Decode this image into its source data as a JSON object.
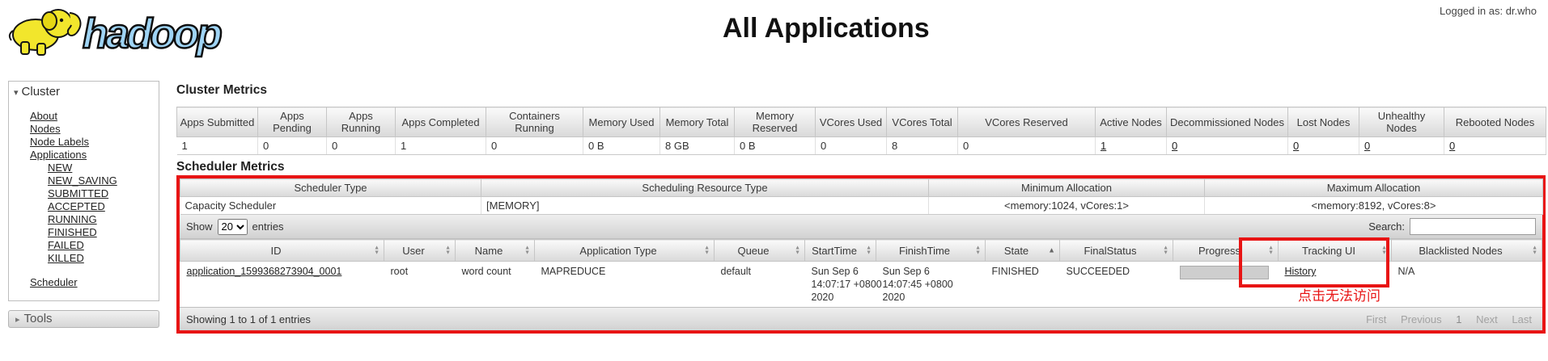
{
  "page": {
    "title": "All Applications",
    "logged_in_as": "Logged in as: dr.who",
    "logo_word": "hadoop"
  },
  "icons": {
    "cluster_collapse": "▾",
    "tools_expand": "▸",
    "sort_asc": "▲",
    "sort_desc": "▼"
  },
  "sidebar": {
    "cluster_header": "Cluster",
    "links": [
      "About",
      "Nodes",
      "Node Labels",
      "Applications"
    ],
    "app_states": [
      "NEW",
      "NEW_SAVING",
      "SUBMITTED",
      "ACCEPTED",
      "RUNNING",
      "FINISHED",
      "FAILED",
      "KILLED"
    ],
    "scheduler_link": "Scheduler",
    "tools_header": "Tools"
  },
  "cluster_metrics": {
    "section_title": "Cluster Metrics",
    "headers": [
      "Apps Submitted",
      "Apps Pending",
      "Apps Running",
      "Apps Completed",
      "Containers Running",
      "Memory Used",
      "Memory Total",
      "Memory Reserved",
      "VCores Used",
      "VCores Total",
      "VCores Reserved",
      "Active Nodes",
      "Decommissioned Nodes",
      "Lost Nodes",
      "Unhealthy Nodes",
      "Rebooted Nodes"
    ],
    "values": [
      "1",
      "0",
      "0",
      "1",
      "0",
      "0 B",
      "8 GB",
      "0 B",
      "0",
      "8",
      "0",
      "1",
      "0",
      "0",
      "0",
      "0"
    ]
  },
  "scheduler_metrics": {
    "section_title": "Scheduler Metrics",
    "headers": [
      "Scheduler Type",
      "Scheduling Resource Type",
      "Minimum Allocation",
      "Maximum Allocation"
    ],
    "values": [
      "Capacity Scheduler",
      "[MEMORY]",
      "<memory:1024, vCores:1>",
      "<memory:8192, vCores:8>"
    ]
  },
  "apps_table": {
    "show_label_before": "Show",
    "page_size": "20",
    "show_label_after": "entries",
    "search_label": "Search:",
    "search_value": "",
    "columns": [
      "ID",
      "User",
      "Name",
      "Application Type",
      "Queue",
      "StartTime",
      "FinishTime",
      "State",
      "FinalStatus",
      "Progress",
      "Tracking UI",
      "Blacklisted Nodes"
    ],
    "row": {
      "id": "application_1599368273904_0001",
      "user": "root",
      "name": "word count",
      "application_type": "MAPREDUCE",
      "queue": "default",
      "start_time": "Sun Sep 6\n14:07:17 +0800\n2020",
      "finish_time": "Sun Sep 6\n14:07:45 +0800\n2020",
      "state": "FINISHED",
      "final_status": "SUCCEEDED",
      "progress_percent": 100,
      "tracking_ui": "History",
      "blacklisted_nodes": "N/A"
    },
    "footer_info": "Showing 1 to 1 of 1 entries",
    "pagination": [
      "First",
      "Previous",
      "1",
      "Next",
      "Last"
    ]
  },
  "annotations": {
    "note_text": "点击无法访问",
    "box_color": "#e81414"
  }
}
